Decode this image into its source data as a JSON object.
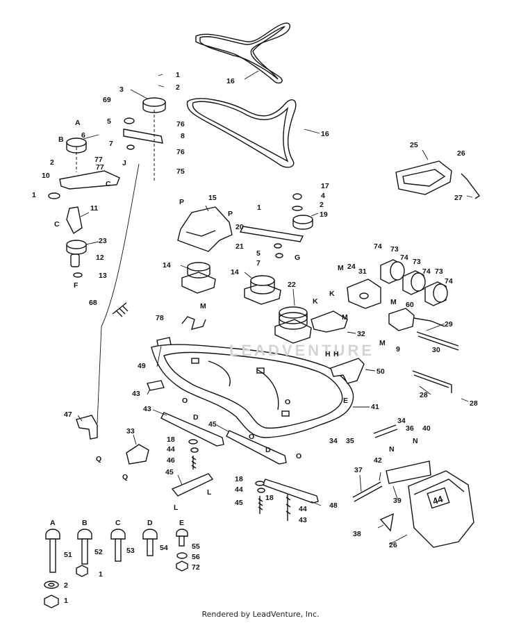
{
  "credit": "Rendered by LeadVenture, Inc.",
  "watermark": "LEADVENTURE",
  "badge_text": "44",
  "callouts": [
    "1",
    "2",
    "3",
    "69",
    "5",
    "76",
    "8",
    "7",
    "76",
    "75",
    "6",
    "77",
    "77",
    "2",
    "10",
    "1",
    "11",
    "23",
    "12",
    "13",
    "16",
    "16",
    "25",
    "26",
    "27",
    "17",
    "4",
    "2",
    "19",
    "1",
    "15",
    "20",
    "21",
    "5",
    "7",
    "14",
    "14",
    "22",
    "68",
    "78",
    "74",
    "73",
    "74",
    "73",
    "74",
    "73",
    "74",
    "24",
    "31",
    "60",
    "29",
    "9",
    "30",
    "32",
    "50",
    "49",
    "43",
    "43",
    "45",
    "18",
    "44",
    "46",
    "45",
    "18",
    "44",
    "45",
    "18",
    "44",
    "43",
    "48",
    "47",
    "33",
    "41",
    "34",
    "35",
    "34",
    "36",
    "40",
    "42",
    "37",
    "39",
    "38",
    "26",
    "28"
  ],
  "refs": [
    "A",
    "B",
    "C",
    "J",
    "C",
    "F",
    "P",
    "P",
    "G",
    "M",
    "M",
    "M",
    "M",
    "M",
    "K",
    "K",
    "H",
    "H",
    "E",
    "O",
    "O",
    "O",
    "O",
    "D",
    "D",
    "L",
    "L",
    "N",
    "N",
    "Q",
    "Q"
  ],
  "hardware": [
    {
      "letter": "A",
      "num": "51"
    },
    {
      "letter": "B",
      "num": "52"
    },
    {
      "letter": "C",
      "num": "53"
    },
    {
      "letter": "D",
      "num": "54"
    },
    {
      "letter": "E",
      "num": "55"
    }
  ],
  "hardware_extra": [
    "1",
    "2",
    "1",
    "56",
    "72"
  ]
}
